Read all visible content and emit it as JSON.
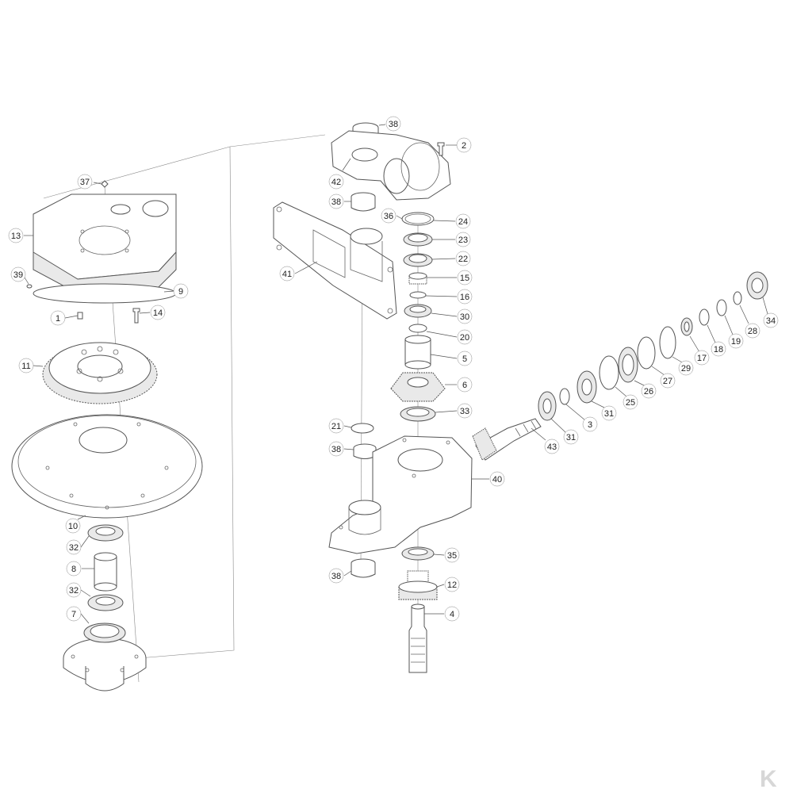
{
  "diagram": {
    "callouts": {
      "c38a": "38",
      "c2": "2",
      "c42": "42",
      "c38b": "38",
      "c36": "36",
      "c24": "24",
      "c23": "23",
      "c22": "22",
      "c15": "15",
      "c16": "16",
      "c30": "30",
      "c20": "20",
      "c5": "5",
      "c6": "6",
      "c33": "33",
      "c41": "41",
      "c21": "21",
      "c38c": "38",
      "c40": "40",
      "c35": "35",
      "c38d": "38",
      "c12": "12",
      "c4": "4",
      "c43": "43",
      "c31a": "31",
      "c3": "3",
      "c31b": "31",
      "c25": "25",
      "c26": "26",
      "c27": "27",
      "c29": "29",
      "c17": "17",
      "c18": "18",
      "c19": "19",
      "c28": "28",
      "c34": "34",
      "c37": "37",
      "c13": "13",
      "c39": "39",
      "c9": "9",
      "c1": "1",
      "c14": "14",
      "c11": "11",
      "c10": "10",
      "c32a": "32",
      "c8": "8",
      "c32b": "32",
      "c7": "7"
    },
    "logo_text": "K"
  }
}
